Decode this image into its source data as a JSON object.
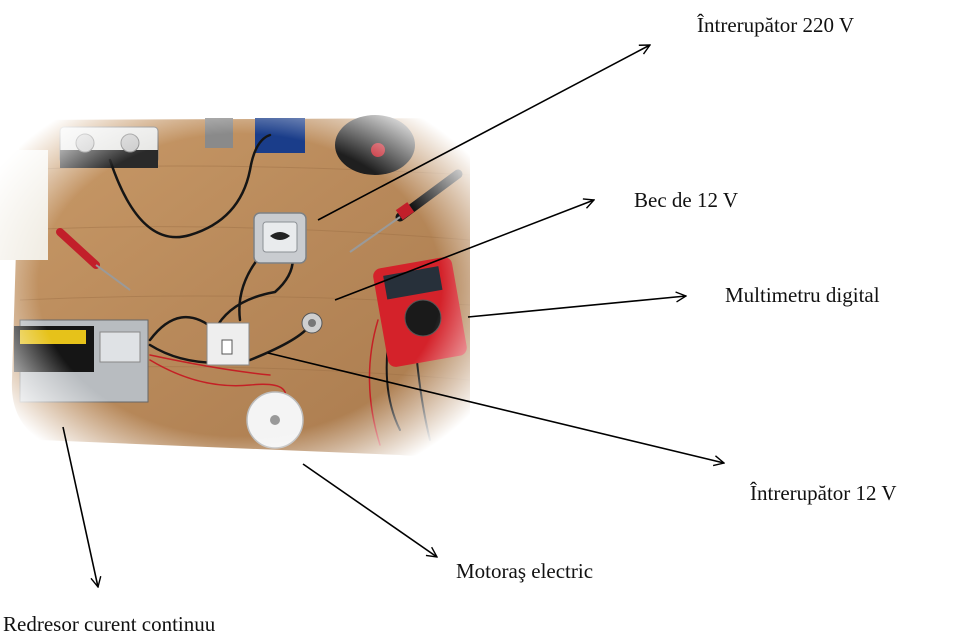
{
  "labels": {
    "intrerupator_220": "Întrerupător 220 V",
    "bec_12": "Bec de 12 V",
    "multimetru": "Multimetru digital",
    "intrerupator_12": "Întrerupător 12 V",
    "motoras": "Motoraş electric",
    "redresor": "Redresor curent continuu"
  },
  "photo": {
    "description_icon": "circuit-board-photo"
  },
  "colors": {
    "table_wood": "#b8895a",
    "arrow": "#000000",
    "multimeter_red": "#d4222a",
    "switch_gray": "#c9ccd0"
  }
}
